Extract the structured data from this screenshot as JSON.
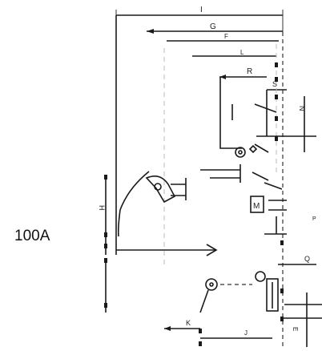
{
  "figure_label": "100A",
  "dimensions": {
    "I": "I",
    "G": "G",
    "F": "F",
    "L": "L",
    "R": "R",
    "S": "S",
    "N": "N",
    "M": "M",
    "Q": "Q",
    "K": "K",
    "J": "J",
    "E": "E",
    "P": "P",
    "H": "H"
  }
}
